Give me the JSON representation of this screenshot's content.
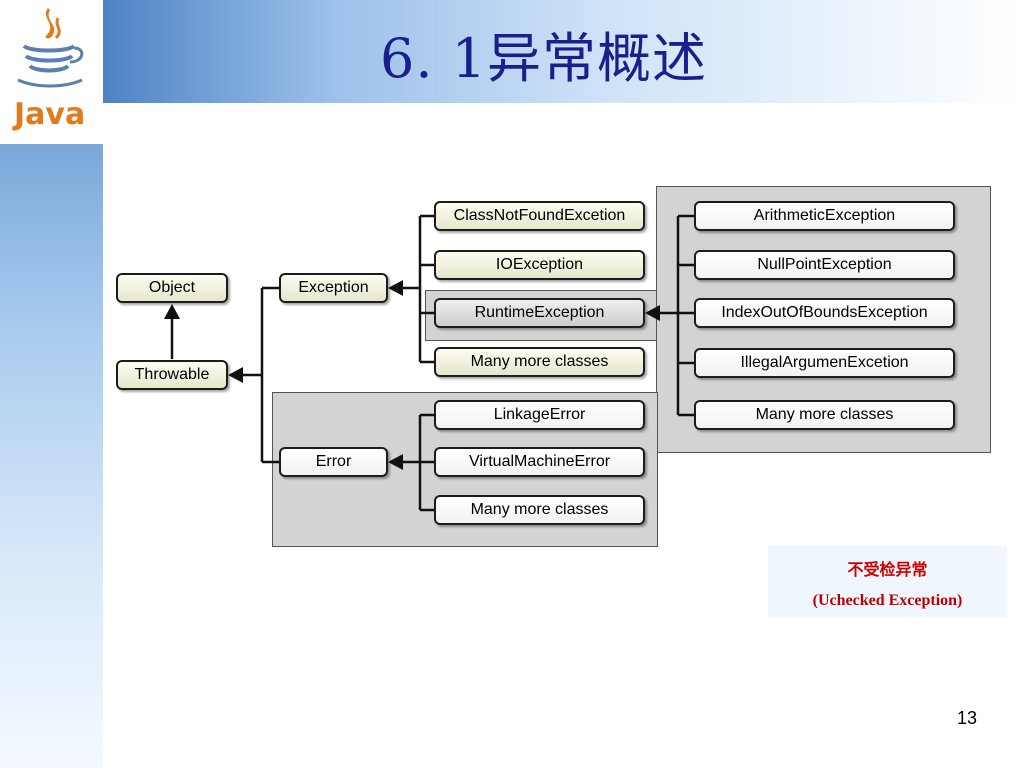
{
  "slide": {
    "title": "6. 1异常概述",
    "logo_text": "Java",
    "page_number": "13"
  },
  "diagram": {
    "nodes": {
      "object": "Object",
      "throwable": "Throwable",
      "exception": "Exception",
      "error": "Error",
      "class_not_found": "ClassNotFoundExcetion",
      "io_exception": "IOException",
      "runtime_exception": "RuntimeException",
      "exception_more": "Many more classes",
      "linkage_error": "LinkageError",
      "virtual_machine_error": "VirtualMachineError",
      "error_more": "Many more classes",
      "arithmetic_exception": "ArithmeticException",
      "null_point_exception": "NullPointException",
      "index_out_of_bounds": "IndexOutOfBoundsException",
      "illegal_argument": "IllegalArgumenExcetion",
      "runtime_more": "Many more classes"
    },
    "legend": {
      "line1": "不受检异常",
      "line2": "(Uchecked Exception)"
    }
  },
  "colors": {
    "title": "#1a1f8e",
    "legend_text": "#d00000",
    "panel": "#d3d3d3",
    "logo_orange": "#e07a1a",
    "logo_blue": "#5a7fb0"
  },
  "icons": {
    "logo": "java-coffee-cup-icon"
  }
}
